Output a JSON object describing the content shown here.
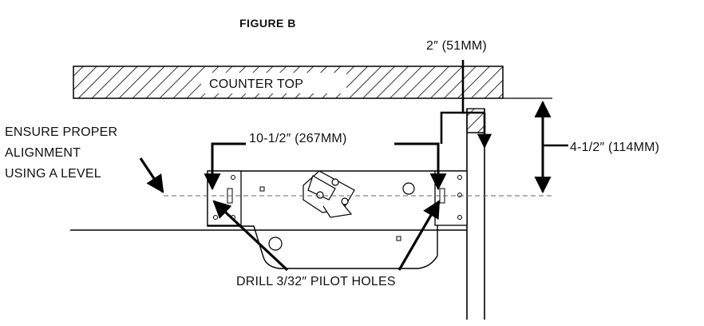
{
  "figure": {
    "title": "FIGURE B",
    "labels": {
      "counter_top": "COUNTER TOP",
      "dim_2in": "2″ (51MM)",
      "dim_10_5in": "10-1/2″ (267MM)",
      "dim_4_5in": "4-1/2″ (114MM)",
      "alignment_line1": "ENSURE PROPER",
      "alignment_line2": "ALIGNMENT",
      "alignment_line3": "USING A LEVEL",
      "drill_note": "DRILL 3/32″ PILOT HOLES"
    }
  }
}
